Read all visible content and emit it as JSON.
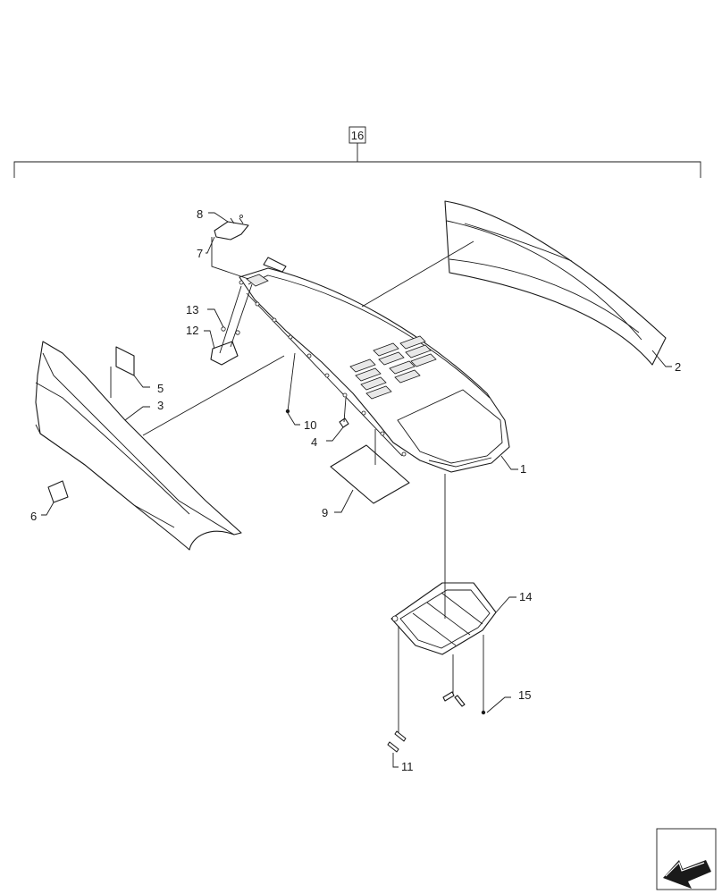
{
  "group_label": "16",
  "callouts": {
    "c1": "1",
    "c2": "2",
    "c3": "3",
    "c4": "4",
    "c5": "5",
    "c6": "6",
    "c7": "7",
    "c8": "8",
    "c9": "9",
    "c10": "10",
    "c11": "11",
    "c12": "12",
    "c13": "13",
    "c14": "14",
    "c15": "15"
  },
  "nav_icon": "arrow-left-icon"
}
